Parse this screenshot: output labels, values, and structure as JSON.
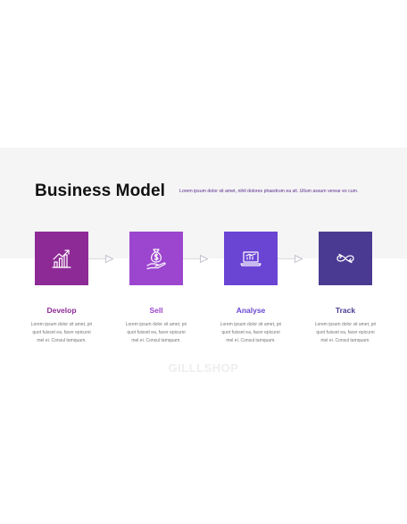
{
  "slide": {
    "title": "Business Model",
    "subtitle": "Lorem ipsum dolor sit amet, nihil dolores phaedrum ea sit. Ullum assum verear ex cum."
  },
  "steps": [
    {
      "title": "Develop",
      "icon": "growth-chart-icon",
      "color": "#8e2a96",
      "desc_lines": [
        "Lorem ipsum dolor sit amet, pri",
        "quot fuisset ea, facer epicurei",
        "mel ei. Consul tamquam."
      ]
    },
    {
      "title": "Sell",
      "icon": "money-bag-hand-icon",
      "color": "#9c46cf",
      "desc_lines": [
        "Lorem ipsum dolor sit amet, pri",
        "quot fuisset ea, facer epicurei",
        "mel ei. Consul tamquam."
      ]
    },
    {
      "title": "Analyse",
      "icon": "laptop-chart-icon",
      "color": "#6a45d4",
      "desc_lines": [
        "Lorem ipsum dolor sit amet, pri",
        "quot fuisset ea, facer epicurei",
        "mel ei. Consul tamquam."
      ]
    },
    {
      "title": "Track",
      "icon": "infinity-arrows-icon",
      "color": "#4b3a92",
      "desc_lines": [
        "Lorem ipsum dolor sit amet, pri",
        "quot fuisset ea, facer epicurei",
        "mel ei. Consul tamquam."
      ]
    }
  ],
  "watermark": "GILLLSHOP"
}
